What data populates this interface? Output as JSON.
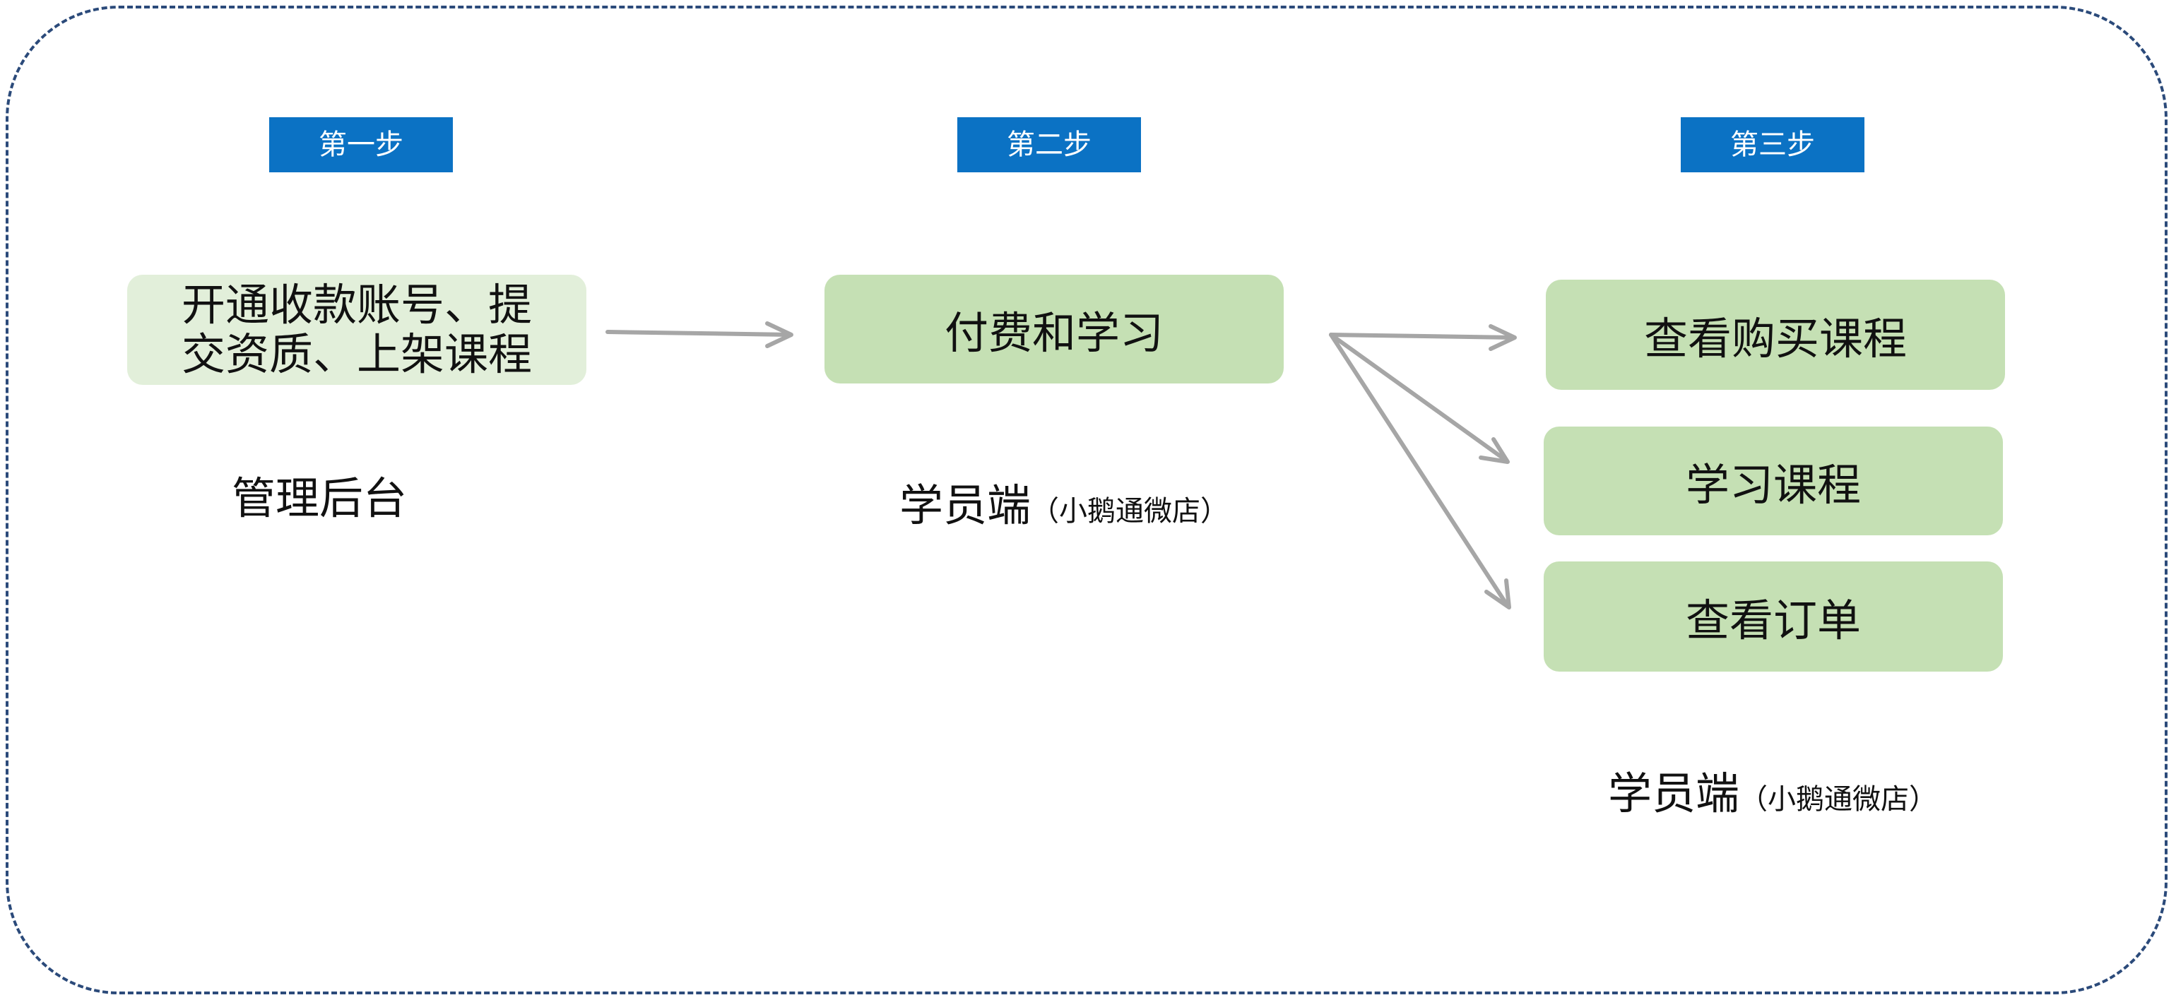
{
  "steps": [
    {
      "tag": "第一步",
      "node": [
        "开通收款账号、提",
        "交资质、上架课程"
      ],
      "caption": "管理后台"
    },
    {
      "tag": "第二步",
      "node": "付费和学习",
      "caption_main": "学员端",
      "caption_sub": "（小鹅通微店）"
    },
    {
      "tag": "第三步",
      "nodes": [
        "查看购买课程",
        "学习课程",
        "查看订单"
      ],
      "caption_main": "学员端",
      "caption_sub": "（小鹅通微店）"
    }
  ],
  "colors": {
    "tag_bg": "#0b72c4",
    "node_light": "#e2efda",
    "node_mid": "#c5e0b4",
    "arrow": "#a6a6a6",
    "frame_border": "#2b4a7a"
  }
}
